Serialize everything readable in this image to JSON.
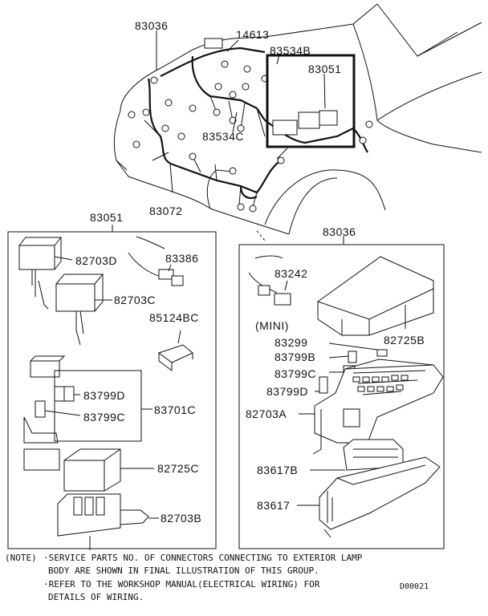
{
  "callouts": {
    "top_83036": "83036",
    "top_14613": "14613",
    "top_83534B": "83534B",
    "top_83051": "83051",
    "top_83534C": "83534C",
    "top_83072": "83072",
    "left_title": "83051",
    "right_title": "83036",
    "l_82703D": "82703D",
    "l_83386": "83386",
    "l_82703C": "82703C",
    "l_85124BC": "85124BC",
    "l_83799D": "83799D",
    "l_83701C": "83701C",
    "l_83799C": "83799C",
    "l_82725C": "82725C",
    "l_82703B": "82703B",
    "r_83242": "83242",
    "r_mini": "(MINI)",
    "r_83299": "83299",
    "r_82725B": "82725B",
    "r_83799B": "83799B",
    "r_83799C": "83799C",
    "r_83799D": "83799D",
    "r_82703A": "82703A",
    "r_83617B": "83617B",
    "r_83617": "83617"
  },
  "note": {
    "tag": "(NOTE)",
    "line1": "·SERVICE PARTS NO. OF CONNECTORS CONNECTING TO EXTERIOR LAMP",
    "line2": "BODY ARE SHOWN IN FINAL ILLUSTRATION OF THIS GROUP.",
    "line3": "·REFER TO THE WORKSHOP MANUAL(ELECTRICAL WIRING) FOR",
    "line4": "DETAILS OF WIRING."
  },
  "figure_code": "D00021"
}
